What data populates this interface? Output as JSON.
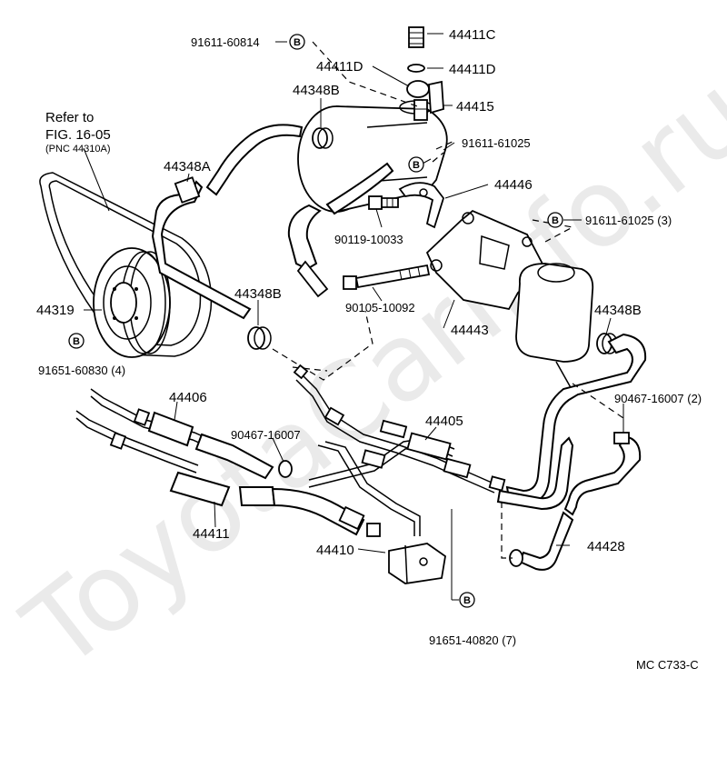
{
  "watermark": "ToyotaCarInfo.ru",
  "figure_code": "MC  C733-C",
  "reference_note": {
    "line1": "Refer to",
    "line2": "FIG. 16-05",
    "line3": "(PNC 44310A)"
  },
  "badge_letter": "B",
  "labels": {
    "p44411C": "44411C",
    "p44411D_right": "44411D",
    "p44411D_left": "44411D",
    "p44415": "44415",
    "p91611_60814": "91611-60814",
    "p44348B_top": "44348B",
    "p44348A": "44348A",
    "p91611_61025": "91611-61025",
    "p44446": "44446",
    "p91611_61025_3": "91611-61025 (3)",
    "p90119_10033": "90119-10033",
    "p44319": "44319",
    "p44348B_mid": "44348B",
    "p90105_10092": "90105-10092",
    "p44443": "44443",
    "p44348B_right": "44348B",
    "p91651_60830": "91651-60830 (4)",
    "p90467_16007_2": "90467-16007 (2)",
    "p44406": "44406",
    "p44405": "44405",
    "p90467_16007": "90467-16007",
    "p44411": "44411",
    "p44428": "44428",
    "p44410": "44410",
    "p91651_40820": "91651-40820 (7)"
  }
}
